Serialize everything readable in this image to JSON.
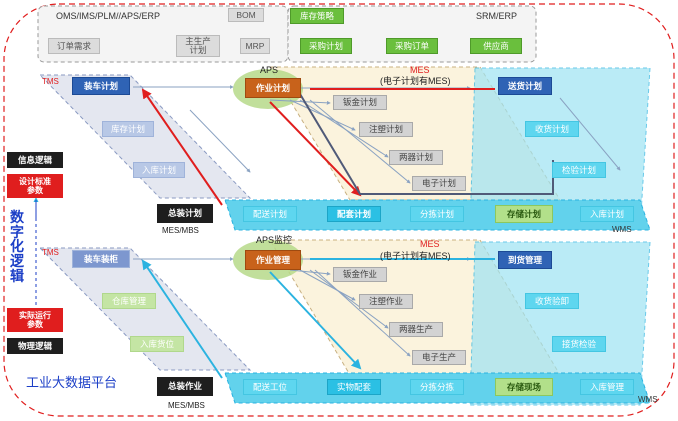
{
  "top": {
    "systems_left": "OMS/IMS/PLM//APS/ERP",
    "bom": "BOM",
    "inventory_strategy": "库存策略",
    "systems_right": "SRM/ERP",
    "order_demand": "订单需求",
    "master_plan": "主生产\n计划",
    "mrp": "MRP",
    "purchase_plan": "采购计划",
    "purchase_order": "采购订单",
    "supplier": "供应商"
  },
  "upper": {
    "tms": "TMS",
    "aps": "APS",
    "mes": "MES",
    "mes_note": "(电子计划有MES)",
    "wms": "WMS",
    "loading_plan": "装车计划",
    "inventory_plan": "库存计划",
    "warehousing_plan": "入库计划",
    "job_plan": "作业计划",
    "sheet_metal_plan": "钣金计划",
    "injection_plan": "注塑计划",
    "two_device_plan": "两器计划",
    "electronic_plan": "电子计划",
    "delivery_plan": "送货计划",
    "receiving_plan": "收货计划",
    "inspection_plan": "检验计划",
    "assembly_plan": "总装计划",
    "mes_mbs": "MES/MBS",
    "distribution_plan": "配送计划",
    "kitting_plan": "配套计划",
    "picking_plan": "分拣计划",
    "storage_plan": "存储计划",
    "inbound_plan": "入库计划"
  },
  "left": {
    "info_logic": "信息逻辑",
    "design_params": "设计标准\n参数",
    "digital_logic": "数字化逻辑",
    "actual_params": "实际运行\n参数",
    "physical_logic": "物理逻辑"
  },
  "lower": {
    "tms": "TMS",
    "aps_monitor": "APS监控",
    "mes": "MES",
    "mes_note": "(电子计划有MES)",
    "wms": "WMS",
    "loading_truck": "装车装柜",
    "warehouse_mgmt": "仓库管理",
    "warehousing_location": "入库货位",
    "job_mgmt": "作业管理",
    "sheet_metal_op": "钣金作业",
    "injection_op": "注塑作业",
    "two_device_prod": "两器生产",
    "electronic_prod": "电子生产",
    "arrival_mgmt": "到货管理",
    "receiving_check": "收货验卸",
    "receipt_inspection": "接货检验",
    "assembly_op": "总装作业",
    "mes_mbs": "MES/MBS",
    "distribution_slot": "配送工位",
    "material_kitting": "实物配套",
    "picking_sort": "分拣分拣",
    "storage_site": "存储现场",
    "inbound_mgmt": "入库管理",
    "platform": "工业大数据平台"
  }
}
